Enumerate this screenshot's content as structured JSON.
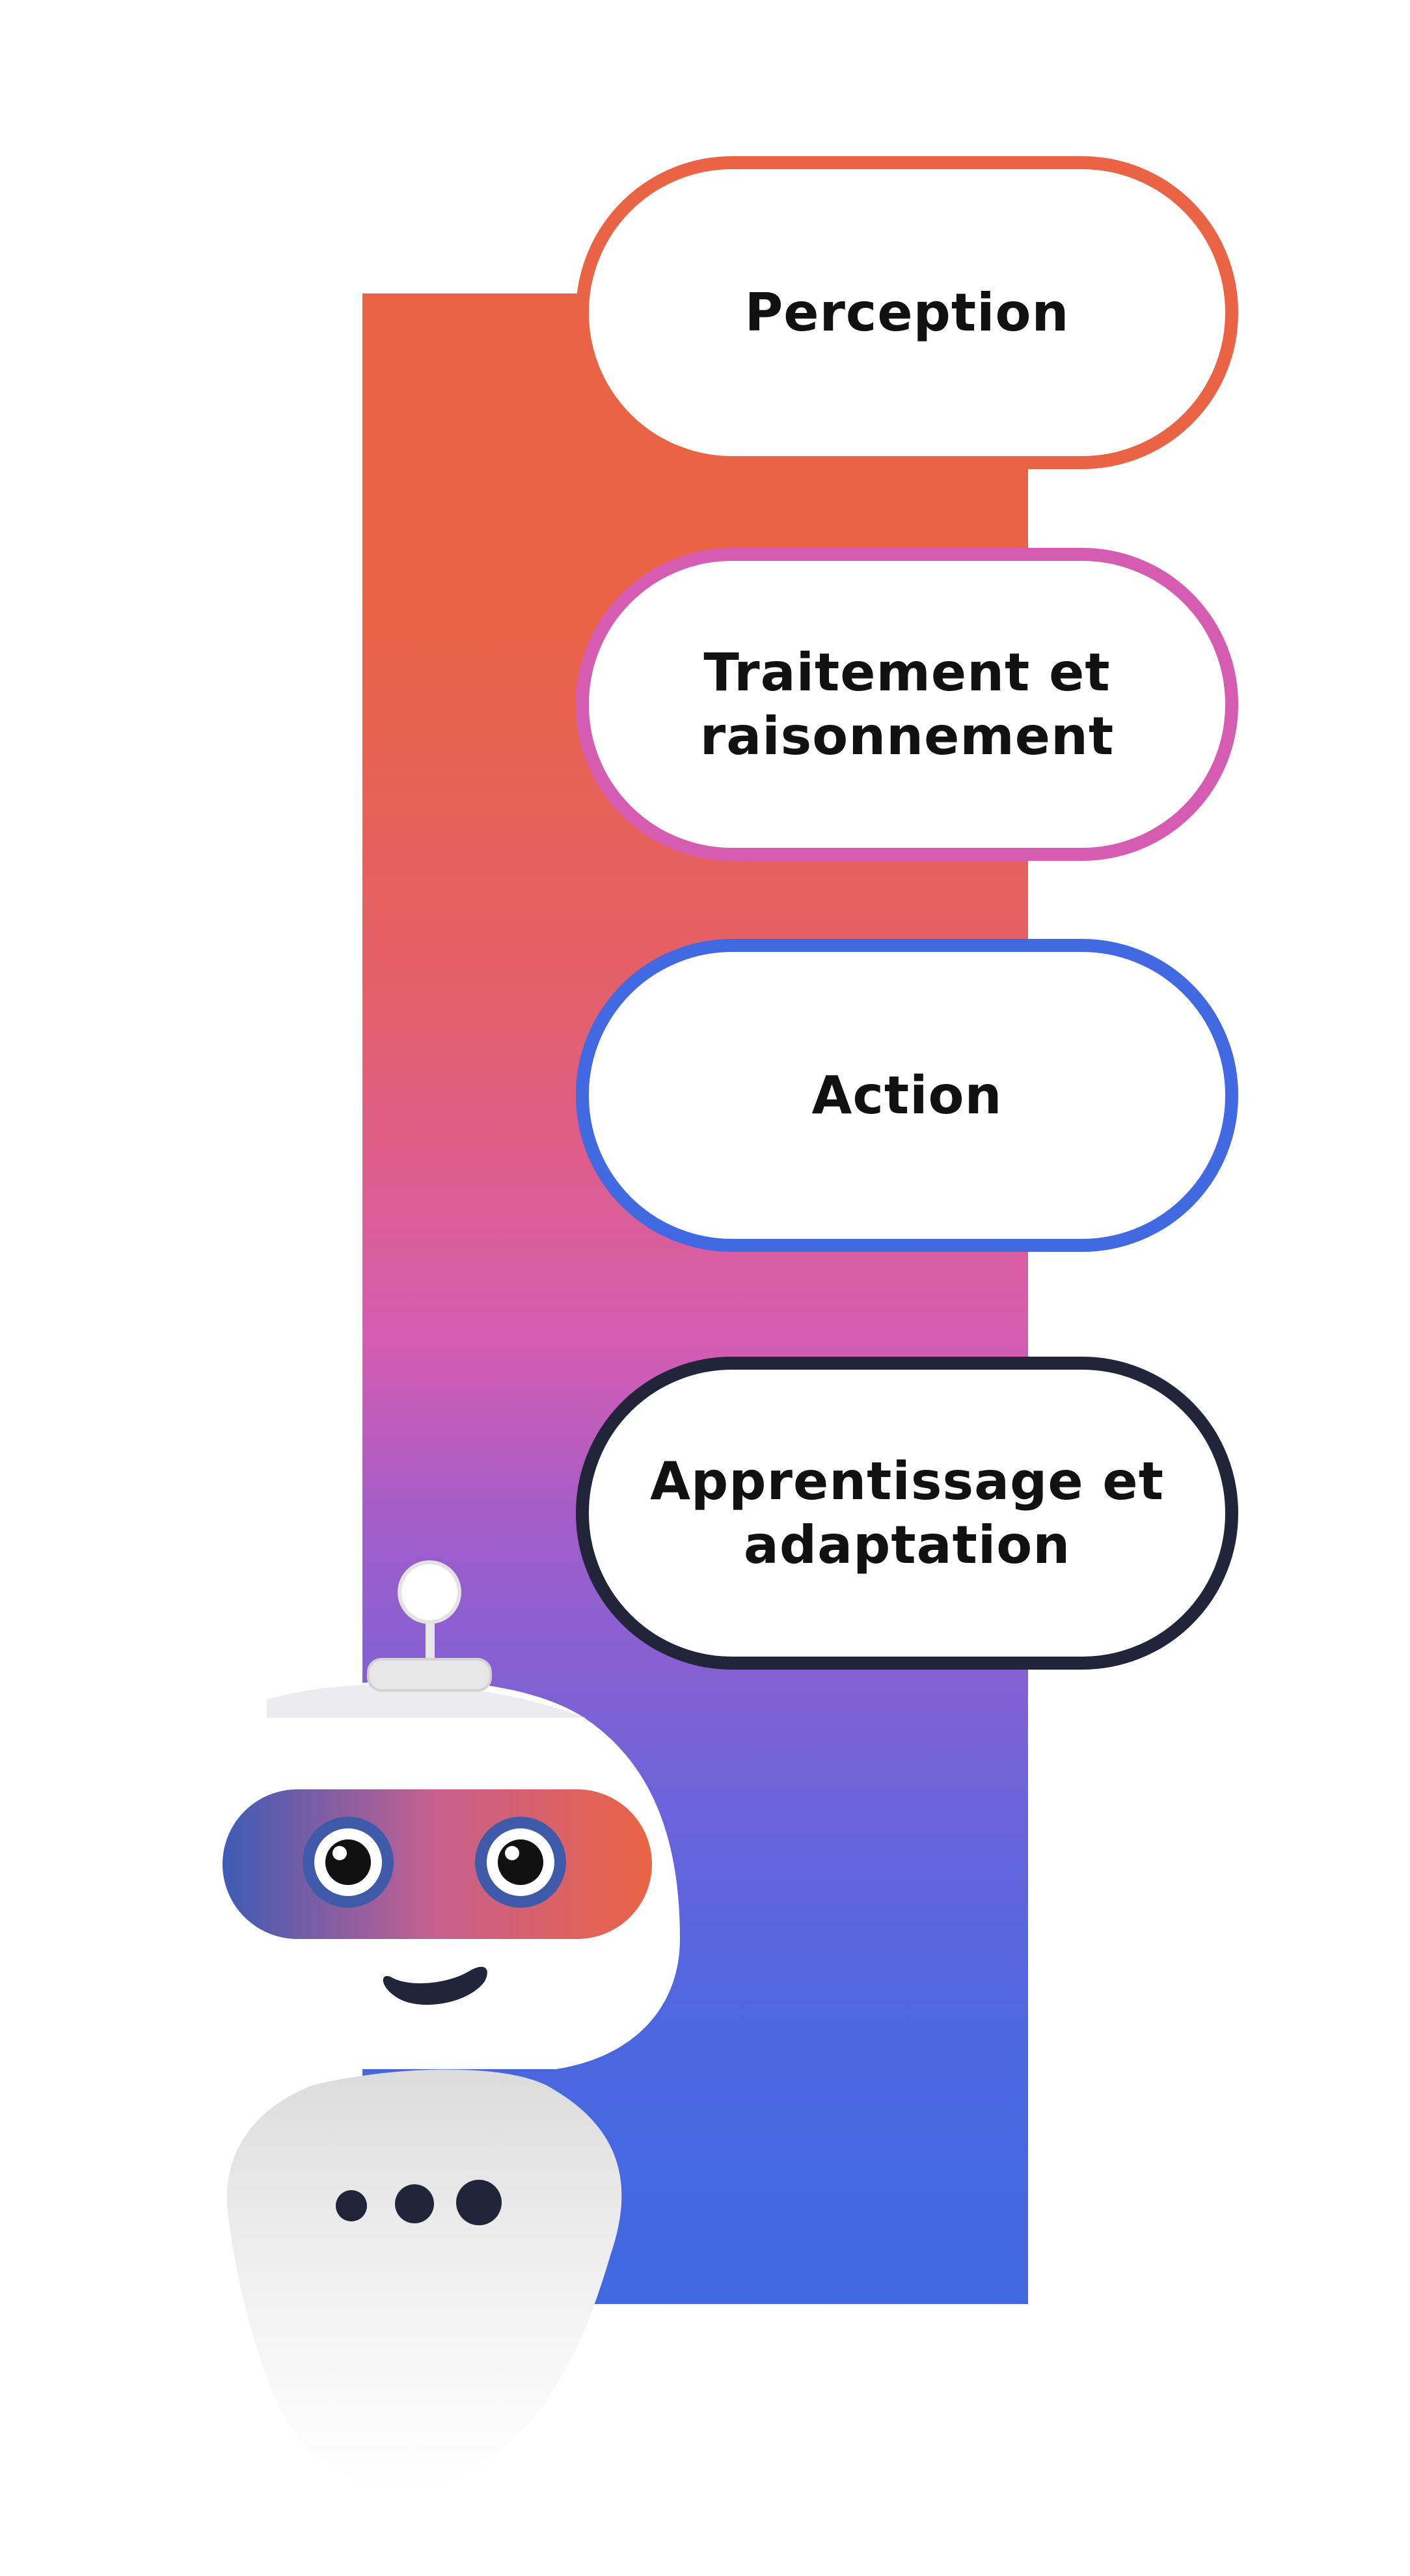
{
  "diagram": {
    "steps": [
      {
        "label": "Perception",
        "border_color": "#ea6344"
      },
      {
        "label": "Traitement et raisonnement",
        "border_color": "#d55cb1"
      },
      {
        "label": "Action",
        "border_color": "#4169e1"
      },
      {
        "label": "Apprentissage et adaptation",
        "border_color": "#22253a"
      }
    ],
    "bar_gradient_colors": [
      "#ea6344",
      "#d55cb1",
      "#4169e1"
    ]
  },
  "mascot": {
    "icon": "robot-mascot-icon",
    "speech_icon": "ellipsis-icon"
  }
}
